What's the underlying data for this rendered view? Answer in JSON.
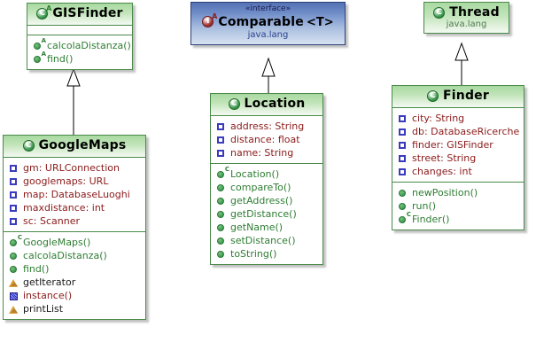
{
  "diagram": {
    "kind": "uml-class-diagram",
    "background": "#ffffff",
    "colors": {
      "class_header_green": "#a9d9a1",
      "class_border_green": "#4a8a4a",
      "interface_header_blue": "#5472b4",
      "interface_border_blue": "#2c3f7a",
      "attribute_text": "#8b1a1a",
      "method_text": "#2e7d32",
      "package_text": "#4c7a4c",
      "package_text_interface": "#27408b"
    }
  },
  "classes": [
    {
      "id": "gisfinder",
      "name": "GISFinder",
      "icon": "abstract-class-icon",
      "icon_letter": "C",
      "icon_superscript": "A",
      "stereotype": "",
      "package": "",
      "attributes": [],
      "methods": [
        {
          "icon": "abstract-method-icon",
          "superscript": "A",
          "label": "calcolaDistanza()"
        },
        {
          "icon": "abstract-method-icon",
          "superscript": "A",
          "label": "find()"
        }
      ]
    },
    {
      "id": "googlemaps",
      "name": "GoogleMaps",
      "icon": "class-icon",
      "icon_letter": "C",
      "icon_superscript": "",
      "stereotype": "",
      "package": "",
      "attributes": [
        {
          "icon": "attribute-icon",
          "label": "gm: URLConnection"
        },
        {
          "icon": "attribute-icon",
          "label": "googlemaps: URL"
        },
        {
          "icon": "attribute-icon",
          "label": "map: DatabaseLuoghi"
        },
        {
          "icon": "attribute-icon",
          "label": "maxdistance: int"
        },
        {
          "icon": "attribute-icon",
          "label": "sc: Scanner"
        }
      ],
      "methods": [
        {
          "icon": "constructor-icon",
          "superscript": "C",
          "label": "GoogleMaps()"
        },
        {
          "icon": "public-method-icon",
          "superscript": "",
          "label": "calcolaDistanza()"
        },
        {
          "icon": "public-method-icon",
          "superscript": "",
          "label": "find()"
        },
        {
          "icon": "protected-method-icon",
          "superscript": "",
          "label": "getIterator"
        },
        {
          "icon": "private-method-icon",
          "superscript": "",
          "label": "instance()"
        },
        {
          "icon": "protected-method-icon",
          "superscript": "",
          "label": "printList"
        }
      ]
    },
    {
      "id": "comparable",
      "name": "Comparable",
      "generic": "<T>",
      "icon": "interface-icon",
      "icon_letter": "I",
      "icon_superscript": "A",
      "stereotype": "«interface»",
      "package": "java.lang",
      "attributes": [],
      "methods": []
    },
    {
      "id": "location",
      "name": "Location",
      "icon": "class-icon",
      "icon_letter": "C",
      "icon_superscript": "",
      "stereotype": "",
      "package": "",
      "attributes": [
        {
          "icon": "attribute-icon",
          "label": "address: String"
        },
        {
          "icon": "attribute-icon",
          "label": "distance: float"
        },
        {
          "icon": "attribute-icon",
          "label": "name: String"
        }
      ],
      "methods": [
        {
          "icon": "constructor-icon",
          "superscript": "C",
          "label": "Location()"
        },
        {
          "icon": "public-method-icon",
          "superscript": "",
          "label": "compareTo()"
        },
        {
          "icon": "public-method-icon",
          "superscript": "",
          "label": "getAddress()"
        },
        {
          "icon": "public-method-icon",
          "superscript": "",
          "label": "getDistance()"
        },
        {
          "icon": "public-method-icon",
          "superscript": "",
          "label": "getName()"
        },
        {
          "icon": "public-method-icon",
          "superscript": "",
          "label": "setDistance()"
        },
        {
          "icon": "public-method-icon",
          "superscript": "",
          "label": "toString()"
        }
      ]
    },
    {
      "id": "thread",
      "name": "Thread",
      "icon": "class-icon",
      "icon_letter": "C",
      "icon_superscript": "",
      "stereotype": "",
      "package": "java.lang",
      "attributes": [],
      "methods": []
    },
    {
      "id": "finder",
      "name": "Finder",
      "icon": "class-icon",
      "icon_letter": "C",
      "icon_superscript": "",
      "stereotype": "",
      "package": "",
      "attributes": [
        {
          "icon": "attribute-icon",
          "label": "city: String"
        },
        {
          "icon": "attribute-icon",
          "label": "db: DatabaseRicerche"
        },
        {
          "icon": "attribute-icon",
          "label": "finder: GISFinder"
        },
        {
          "icon": "attribute-icon",
          "label": "street: String"
        },
        {
          "icon": "attribute-icon",
          "label": "changes: int"
        }
      ],
      "methods": [
        {
          "icon": "public-method-icon",
          "superscript": "",
          "label": "newPosition()"
        },
        {
          "icon": "public-method-icon",
          "superscript": "",
          "label": "run()"
        },
        {
          "icon": "constructor-icon",
          "superscript": "C",
          "label": "Finder()"
        }
      ]
    }
  ],
  "relations": [
    {
      "type": "generalization",
      "from": "googlemaps",
      "to": "gisfinder"
    },
    {
      "type": "realization",
      "from": "location",
      "to": "comparable"
    },
    {
      "type": "generalization",
      "from": "finder",
      "to": "thread"
    }
  ]
}
